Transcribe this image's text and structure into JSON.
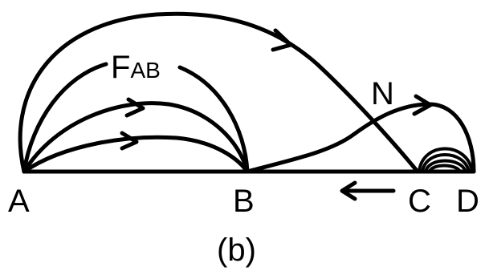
{
  "diagram": {
    "points": {
      "a": "A",
      "b": "B",
      "c": "C",
      "d": "D"
    },
    "curve_labels": {
      "f_main": "F",
      "f_sub": "AB",
      "n": "N"
    },
    "caption": "(b)",
    "colors": {
      "stroke": "#000000",
      "background": "#ffffff"
    }
  }
}
